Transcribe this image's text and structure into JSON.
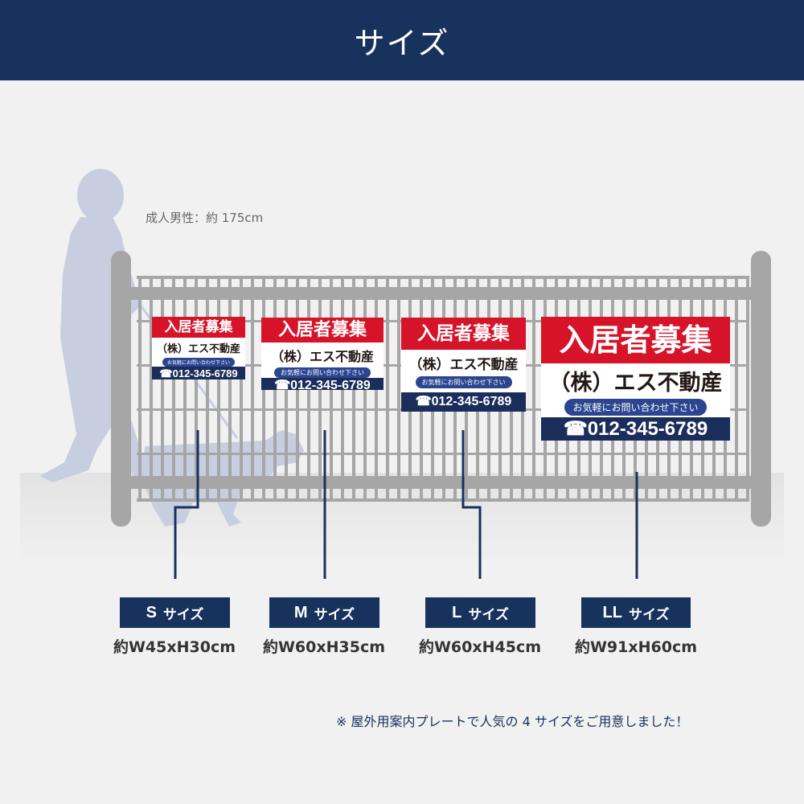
{
  "header": {
    "title": "サイズ"
  },
  "scene": {
    "height_label": "成人男性：約 175cm",
    "colors": {
      "silhouette": "#c6cee0",
      "fence": "#a6a6a6",
      "leader_line": "#17325c"
    }
  },
  "sign_text": {
    "headline": "入居者募集",
    "company": "（株）エス不動産",
    "tagline": "お気軽にお問い合わせ下さい",
    "phone": "☎012-345-6789"
  },
  "sizes": [
    {
      "code": "S",
      "suffix": "サイズ",
      "dimensions": "約W45xH30cm"
    },
    {
      "code": "M",
      "suffix": "サイズ",
      "dimensions": "約W60xH35cm"
    },
    {
      "code": "L",
      "suffix": "サイズ",
      "dimensions": "約W60xH45cm"
    },
    {
      "code": "LL",
      "suffix": "サイズ",
      "dimensions": "約W91xH60cm"
    }
  ],
  "footer": {
    "note": "※ 屋外用案内プレートで人気の 4 サイズをご用意しました！"
  },
  "colors": {
    "navy": "#17325c",
    "red": "#d7132a",
    "pill_blue": "#2b4590",
    "background": "#f1f1f1"
  }
}
